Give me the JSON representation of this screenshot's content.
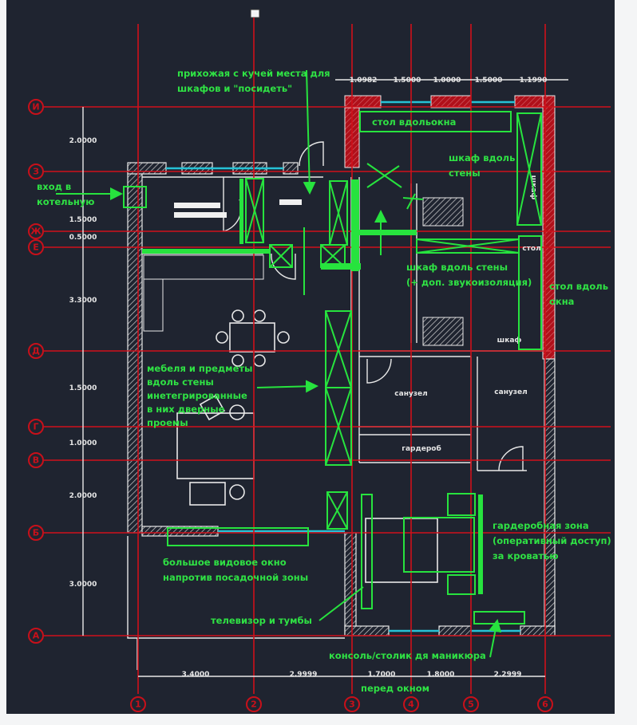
{
  "plan": {
    "row_axes": [
      "И",
      "З",
      "Ж",
      "Е",
      "Д",
      "Г",
      "В",
      "Б",
      "А"
    ],
    "column_axes": [
      "1",
      "2",
      "3",
      "4",
      "5",
      "6"
    ],
    "dims_left": [
      "2.0000",
      "1.5000",
      "0.5000",
      "3.3000",
      "1.5000",
      "1.0000",
      "2.0000",
      "3.0000"
    ],
    "dims_top": [
      "1.0982",
      "1.5000",
      "1.0000",
      "1.5000",
      "1.1990"
    ],
    "dims_bottom": [
      "3.4000",
      "2.9999",
      "1.7000",
      "1.8000",
      "2.2999"
    ],
    "rooms": {
      "bath1": "санузел",
      "bath2": "санузел",
      "wardrobe": "гардероб",
      "closet_low": "шкаф",
      "closet_right": "шкаф",
      "table_right": "стол"
    }
  },
  "annotations": {
    "hallway": [
      "прихожая с кучей места для",
      "шкафов и \"посидеть\""
    ],
    "boiler_entry": [
      "вход в",
      "котельную"
    ],
    "desk_window": "стол вдольокна",
    "closet_wall": [
      "шкаф вдоль",
      "стены"
    ],
    "closet_soundproof": [
      "шкаф вдоль стены",
      "(+ доп. звукоизоляция)"
    ],
    "desk_window_right": [
      "стол вдоль",
      "окна"
    ],
    "furniture_wall": [
      "мебеля и предметы",
      "вдоль стены",
      "инетегрированные",
      "в них дверные",
      "проемы"
    ],
    "big_window": [
      "большое видовое окно",
      "напротив посадочной зоны"
    ],
    "tv": "телевизор и тумбы",
    "wardrobe_zone": [
      "гардеробная зона",
      "(оперативный доступ)",
      "за кроватью"
    ],
    "console": [
      "консоль/столик дя маникюра",
      "перед окном"
    ]
  },
  "colors": {
    "background": "#1f2430",
    "grid": "#d0101a",
    "annotation": "#27e33e",
    "window": "#26c2d6"
  }
}
